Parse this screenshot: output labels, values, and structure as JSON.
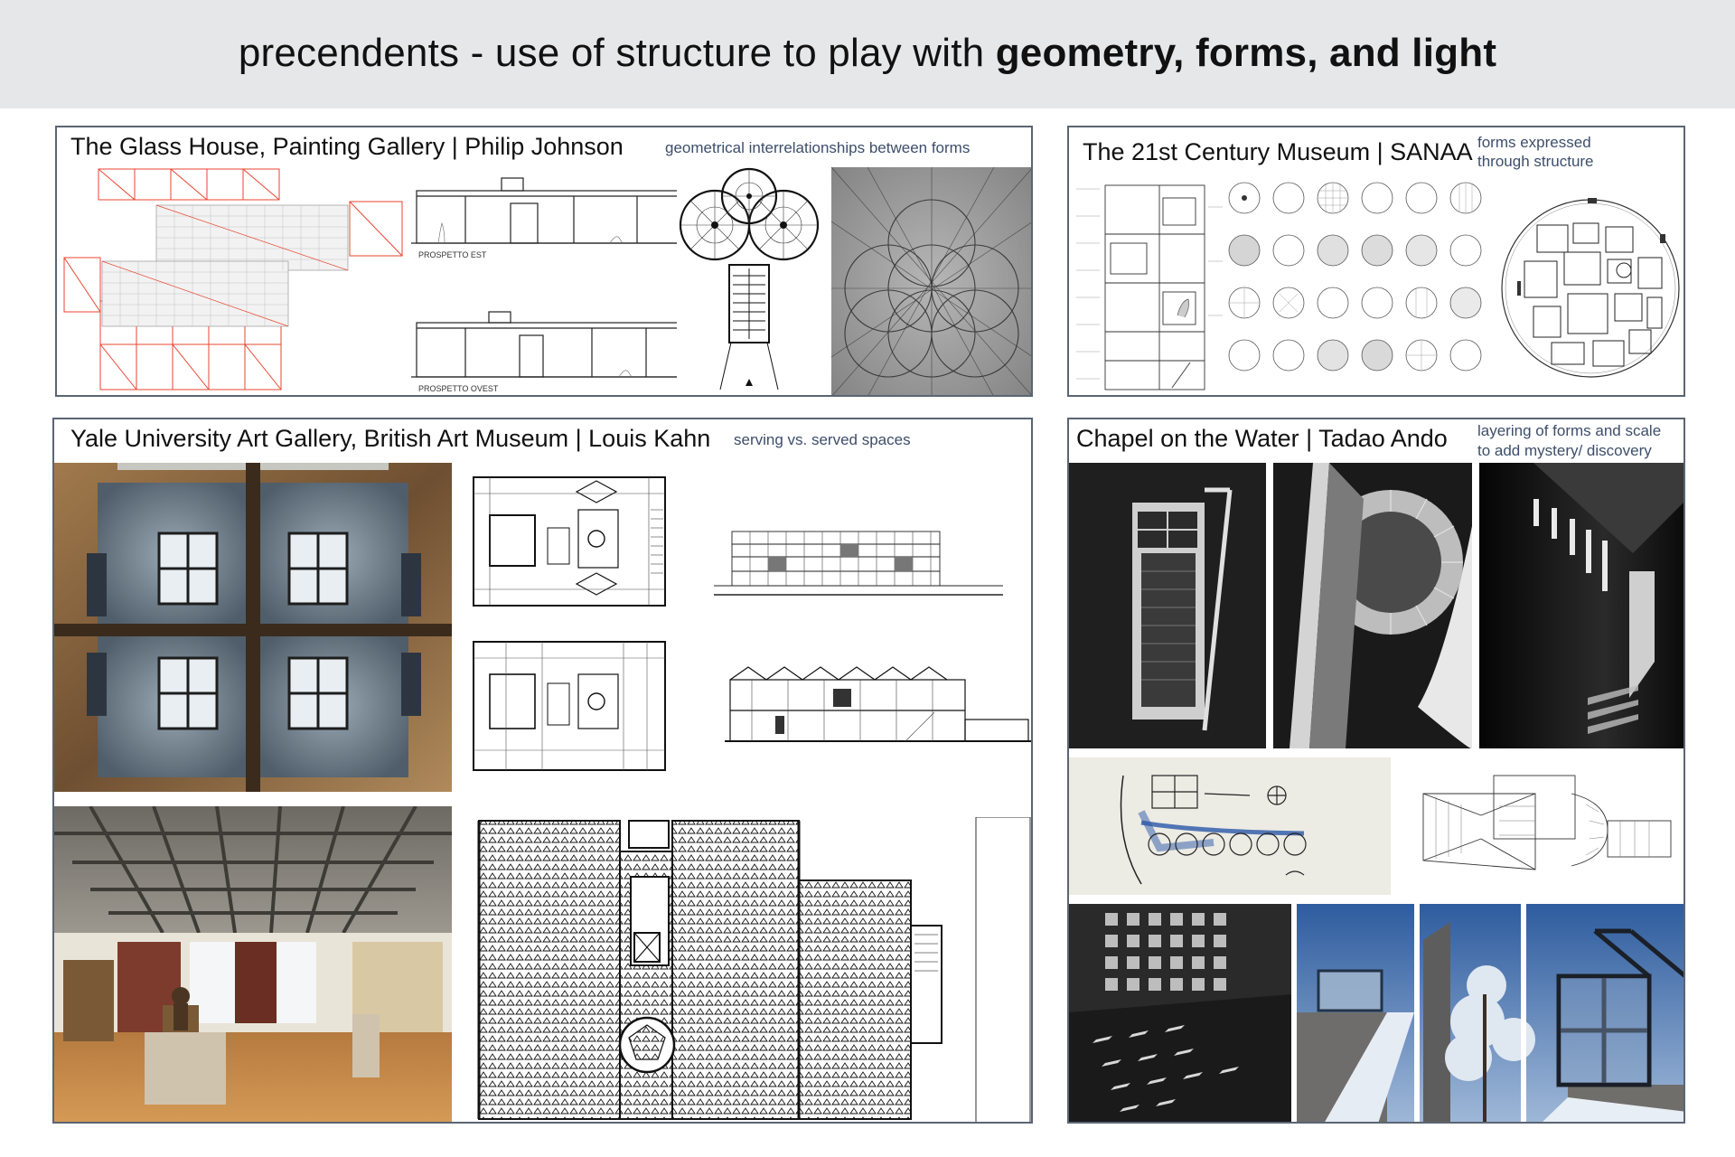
{
  "header": {
    "title_prefix": "precendents - use of structure to play with ",
    "title_bold": "geometry, forms, and light"
  },
  "panels": {
    "glass_house": {
      "title": "The Glass House, Painting Gallery | Philip Johnson",
      "note": "geometrical interrelationships between forms",
      "section_label_1": "PROSPETTO EST",
      "section_label_2": "PROSPETTO OVEST"
    },
    "sanaa": {
      "title": "The 21st Century Museum | SANAA",
      "note_line1": "forms expressed",
      "note_line2": "through structure"
    },
    "kahn": {
      "title": "Yale University Art Gallery, British Art Museum | Louis Kahn",
      "note": "serving vs. served spaces"
    },
    "ando": {
      "title": "Chapel on the Water | Tadao Ando",
      "note_line1": "layering of forms and scale",
      "note_line2": "to add mystery/ discovery"
    }
  },
  "colors": {
    "banner_bg": "#e6e7e8",
    "panel_border": "#5b6573",
    "note_text": "#3d4e6b",
    "plan_red": "#e8452f"
  }
}
